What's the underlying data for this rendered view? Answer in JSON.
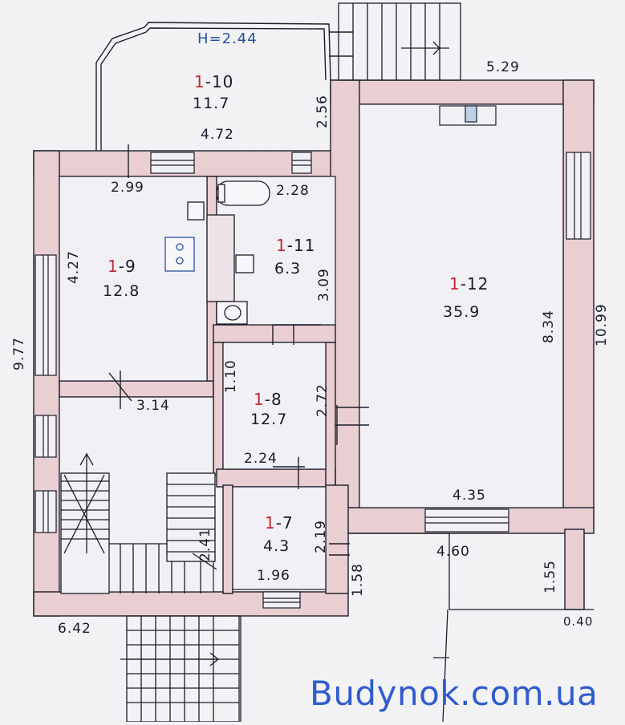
{
  "plan": {
    "height_note": "H=2.44",
    "rooms": [
      {
        "id_prefix": "1",
        "id_suffix": "-10",
        "area": "11.7"
      },
      {
        "id_prefix": "1",
        "id_suffix": "-9",
        "area": "12.8"
      },
      {
        "id_prefix": "1",
        "id_suffix": "-11",
        "area": "6.3"
      },
      {
        "id_prefix": "1",
        "id_suffix": "-12",
        "area": "35.9"
      },
      {
        "id_prefix": "1",
        "id_suffix": "-8",
        "area": "12.7"
      },
      {
        "id_prefix": "1",
        "id_suffix": "-7",
        "area": "4.3"
      }
    ],
    "dimensions": {
      "d_5_29": "5.29",
      "d_2_56": "2.56",
      "d_4_72": "4.72",
      "d_2_99": "2.99",
      "d_2_28": "2.28",
      "d_4_27": "4.27",
      "d_3_09": "3.09",
      "d_9_77": "9.77",
      "d_8_34": "8.34",
      "d_10_99": "10.99",
      "d_1_10": "1.10",
      "d_3_14": "3.14",
      "d_2_72": "2.72",
      "d_2_24": "2.24",
      "d_4_35": "4.35",
      "d_2_41": "2.41",
      "d_2_19": "2.19",
      "d_4_60": "4.60",
      "d_1_96": "1.96",
      "d_1_58": "1.58",
      "d_1_55": "1.55",
      "d_6_42": "6.42",
      "d_0_40": "0.40"
    }
  },
  "watermark": "Budynok.com.ua",
  "colors": {
    "wall_fill": "#e9cfd2",
    "line": "#1c1c2a",
    "room_id": "#c62832",
    "watermark": "#2f5bcc"
  }
}
